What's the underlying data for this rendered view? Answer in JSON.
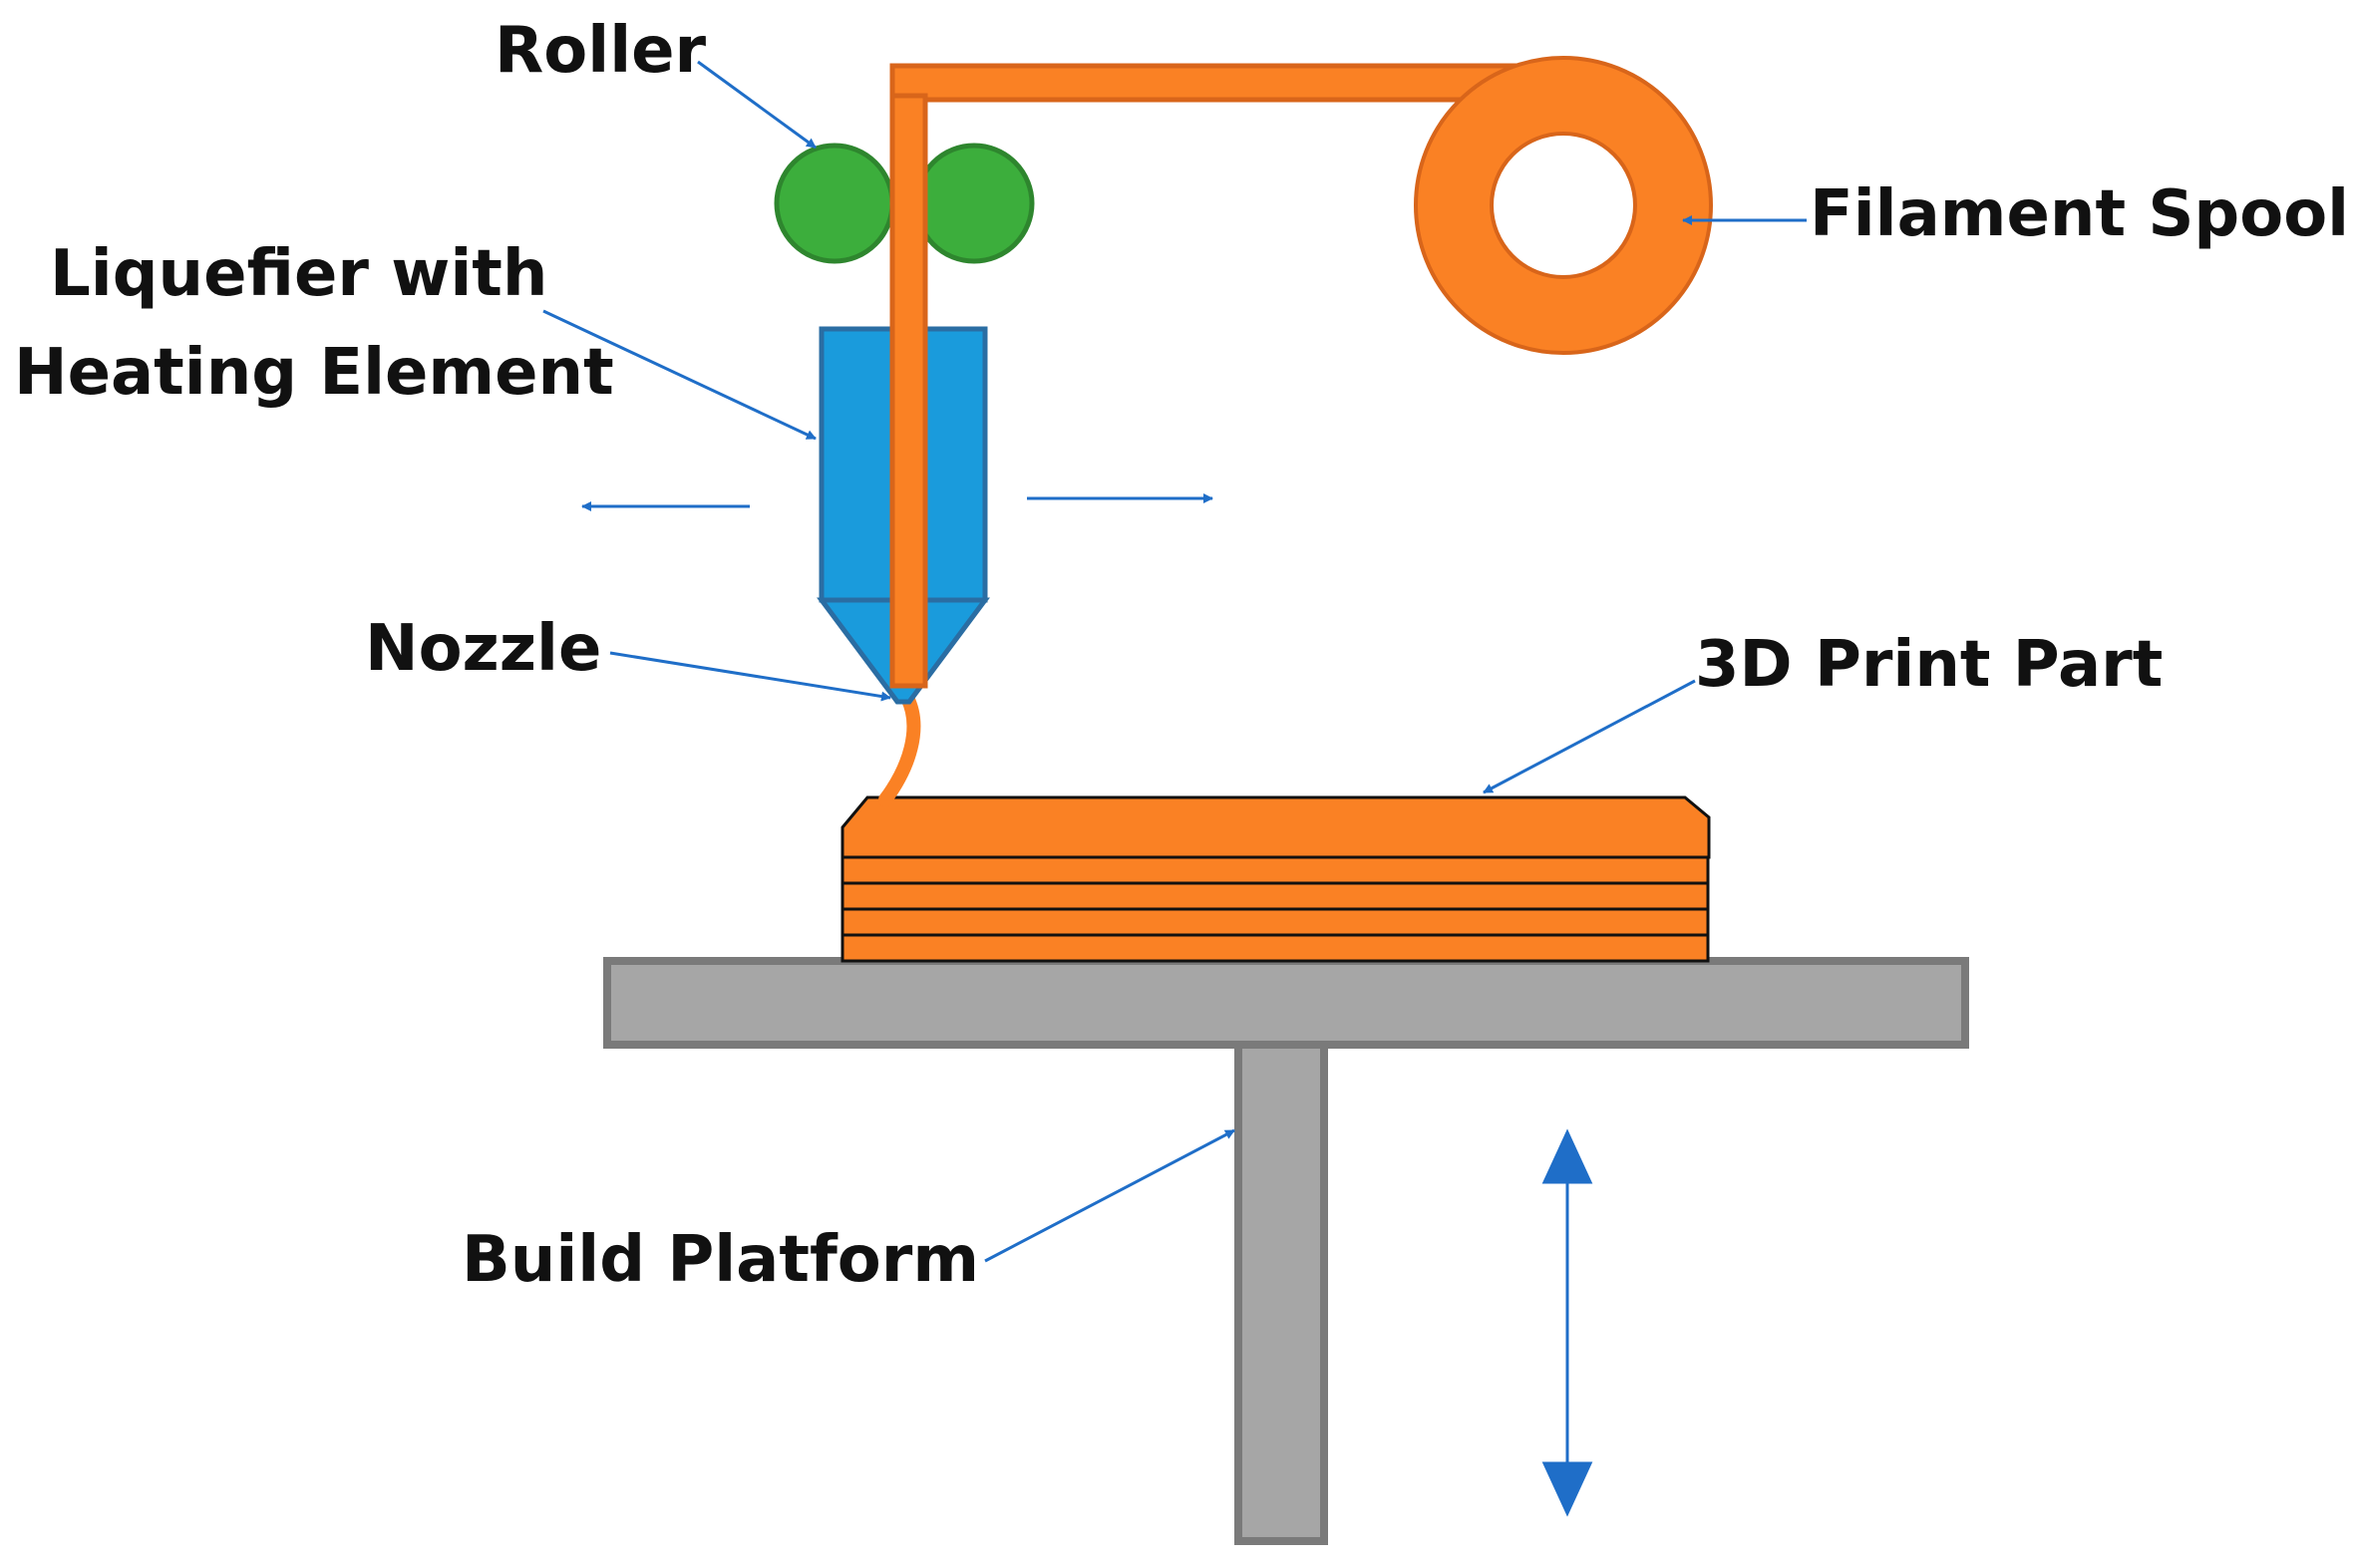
{
  "labels": {
    "roller": "Roller",
    "liquefier_line1": "Liquefier with",
    "liquefier_line2": "Heating Element",
    "nozzle": "Nozzle",
    "filament_spool": "Filament Spool",
    "print_part": "3D Print Part",
    "build_platform": "Build Platform"
  },
  "colors": {
    "filament": "#fa8124",
    "filament_stroke": "#d8651a",
    "roller": "#3cae3c",
    "roller_stroke": "#2e862e",
    "liquefier": "#1a9bdc",
    "liquefier_stroke": "#2a6da3",
    "platform": "#a6a6a6",
    "platform_stroke": "#7a7a7a",
    "arrow": "#1f6ec8"
  },
  "print_part": {
    "layer_count": 5
  }
}
